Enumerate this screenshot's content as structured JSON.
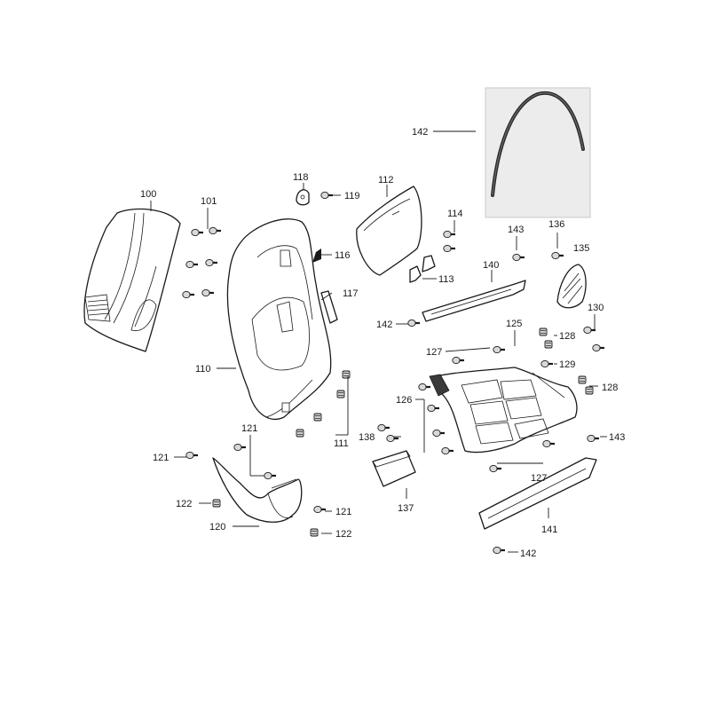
{
  "parts": {
    "p100": "100",
    "p101": "101",
    "p110": "110",
    "p111": "111",
    "p112": "112",
    "p113": "113",
    "p114": "114",
    "p116": "116",
    "p117": "117",
    "p118": "118",
    "p119": "119",
    "p120": "120",
    "p121a": "121",
    "p121b": "121",
    "p121c": "121",
    "p122a": "122",
    "p122b": "122",
    "p125": "125",
    "p126": "126",
    "p127a": "127",
    "p127b": "127",
    "p128a": "128",
    "p128b": "128",
    "p129": "129",
    "p130": "130",
    "p135": "135",
    "p136": "136",
    "p137": "137",
    "p138": "138",
    "p140": "140",
    "p141": "141",
    "p142a": "142",
    "p142b": "142",
    "p142c": "142",
    "p143a": "143",
    "p143b": "143"
  },
  "icons": {
    "screw": "screw-icon",
    "spring-nut": "spring-nut-icon"
  }
}
